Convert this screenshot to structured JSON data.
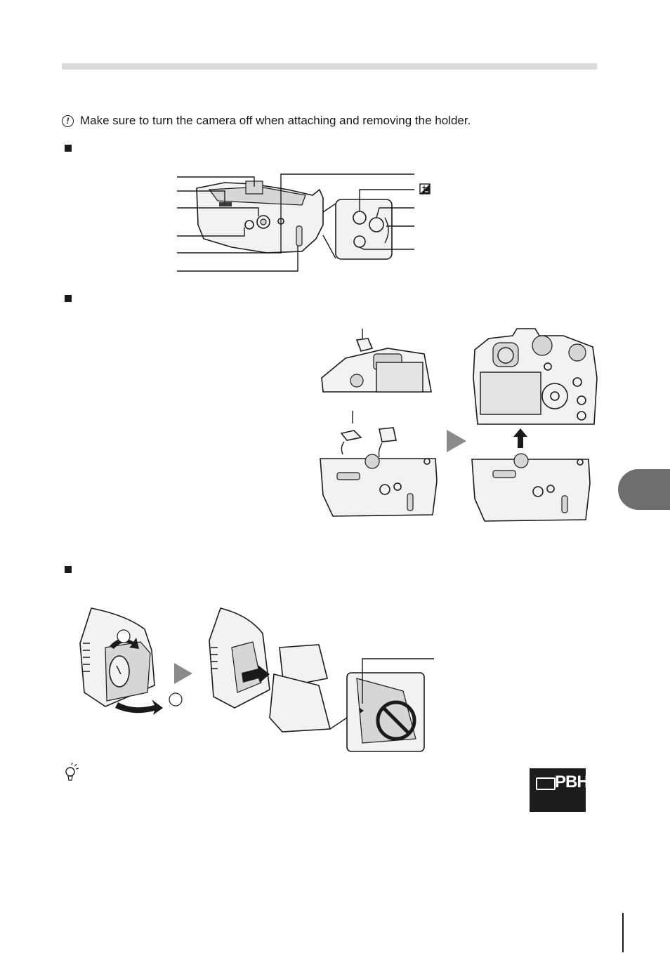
{
  "caution": {
    "icon": "caution-icon",
    "text": "Make sure to turn the camera off when attaching and removing the holder."
  },
  "icons": {
    "bullet": "square-bullet",
    "tip": "lightbulb-tip-icon",
    "play": "triangle-arrow-icon",
    "exposure": "exposure-compensation-icon",
    "no_entry": "prohibited-icon"
  },
  "battery_badge": {
    "label": "PBH"
  },
  "colors": {
    "header_bar": "#dcdcdc",
    "chapter_tab": "#6e6e6e",
    "badge_bg": "#1c1c1c"
  }
}
